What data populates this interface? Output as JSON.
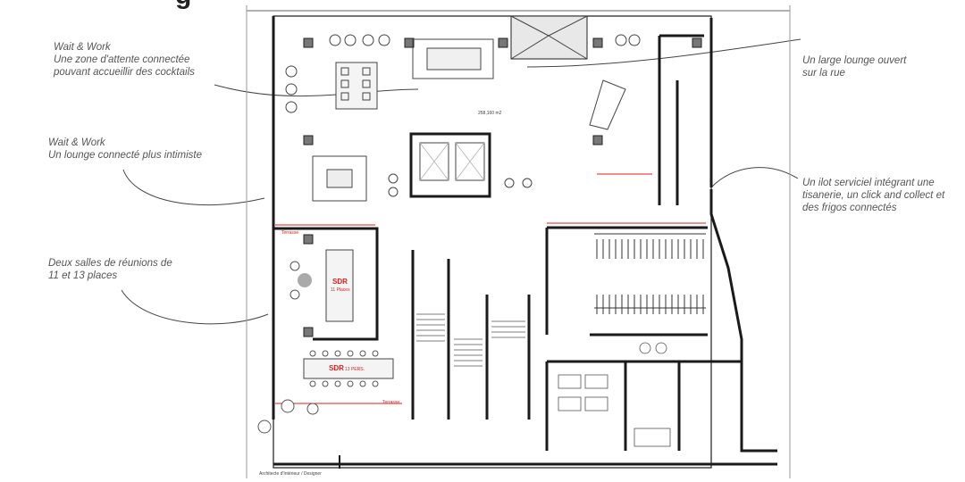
{
  "title_fragment": "g",
  "annotations": {
    "wait_work_cocktails": [
      "Wait & Work",
      "Une zone d'attente connectée",
      "pouvant accueillir des cocktails"
    ],
    "wait_work_lounge": [
      "Wait & Work",
      "Un lounge connecté plus intimiste"
    ],
    "meeting_rooms": [
      "Deux salles de réunions de",
      "11 et 13 places"
    ],
    "open_lounge": [
      "Un large lounge ouvert",
      "sur la rue"
    ],
    "service_island": [
      "Un ilot serviciel intégrant une",
      "tisanerie, un click and collect et",
      "des frigos connectés"
    ]
  },
  "plan_labels": {
    "sdr_11": "SDR",
    "sdr_11_sub": "11 Places",
    "sdr_13": "SDR",
    "sdr_13_sub": "13 PERS.",
    "area_main": "258,160 m2",
    "footer": "Architecte d'Intérieur / Designer",
    "terrasse": "Terrasse"
  },
  "colors": {
    "wall": "#1a1a1a",
    "line": "#555555",
    "accent": "#d22222",
    "note_text": "#555555"
  }
}
